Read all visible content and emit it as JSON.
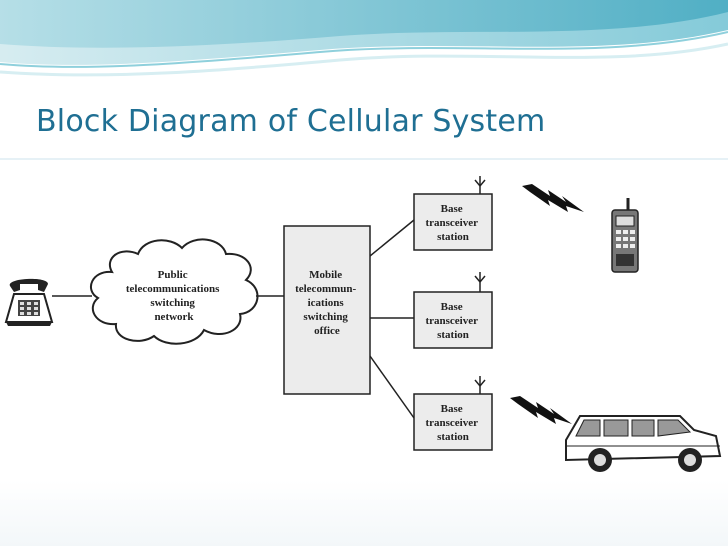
{
  "slide": {
    "title": "Block Diagram of Cellular System",
    "accent_color": "#1f6f93"
  },
  "diagram": {
    "cloud": {
      "lines": [
        "Public",
        "telecommunications",
        "switching",
        "network"
      ]
    },
    "mtso": {
      "lines": [
        "Mobile",
        "telecommun-",
        "ications",
        "switching",
        "office"
      ]
    },
    "base_stations": [
      {
        "lines": [
          "Base",
          "transceiver",
          "station"
        ]
      },
      {
        "lines": [
          "Base",
          "transceiver",
          "station"
        ]
      },
      {
        "lines": [
          "Base",
          "transceiver",
          "station"
        ]
      }
    ],
    "icons": [
      "telephone-icon",
      "antenna-icon",
      "lightning-icon",
      "mobile-phone-icon",
      "car-icon"
    ]
  }
}
